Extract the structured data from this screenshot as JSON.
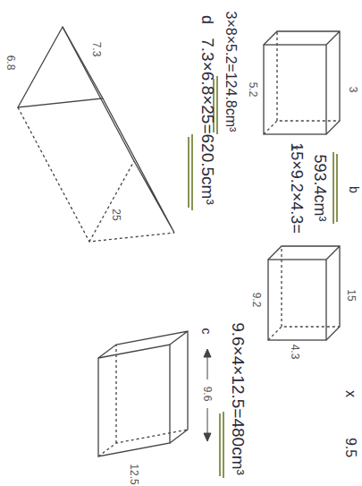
{
  "diagram": {
    "labels": [
      "3×8×5.2=124.8cm³",
      "3",
      "5.2",
      "x",
      "b",
      "15",
      "4.3",
      "9.2",
      "15×9.2×4.3=",
      "593.4cm³",
      "d",
      "7.3×6.8×25=620.5cm³",
      "7.3",
      "6.8",
      "25",
      "c",
      "9.6",
      "12.5",
      "9.6×4×12.5=480cm³",
      "x",
      "9.5"
    ]
  }
}
